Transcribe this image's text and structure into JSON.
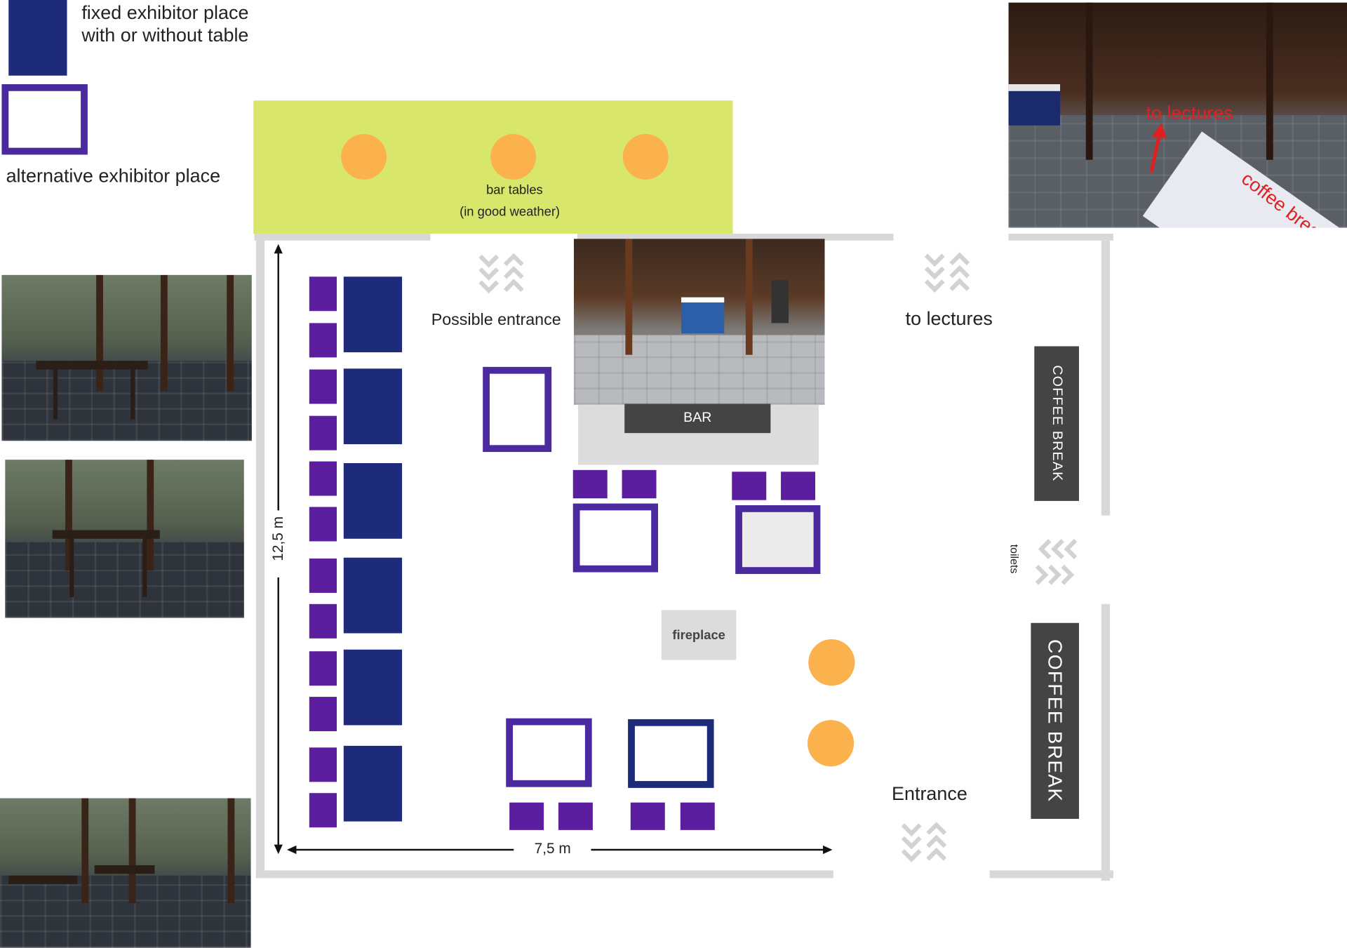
{
  "legend": {
    "fixed_label_line1": "fixed exhibitor place",
    "fixed_label_line2": "with or without table",
    "alternative_label": "alternative exhibitor place"
  },
  "terrace": {
    "label_line1": "bar tables",
    "label_line2": "(in good weather)"
  },
  "labels": {
    "possible_entrance": "Possible entrance",
    "to_lectures": "to lectures",
    "bar": "BAR",
    "fireplace": "fireplace",
    "entrance": "Entrance",
    "toilets": "toilets",
    "coffee_break_upper": "COFFEE BREAK",
    "coffee_break_lower": "COFFEE BREAK"
  },
  "dimensions": {
    "height": "12,5 m",
    "width": "7,5 m"
  },
  "top_photo": {
    "arrow_label": "to lectures",
    "table_label": "coffee break"
  },
  "colors": {
    "fixed_place": "#1e2a7a",
    "alternative_border": "#4b2aa0",
    "chair": "#5b1e9e",
    "terrace": "#d8e66b",
    "bar_table": "#fbb24c",
    "wall": "#d8d8d8",
    "coffee_break": "#444444",
    "annotation": "#e02020"
  }
}
